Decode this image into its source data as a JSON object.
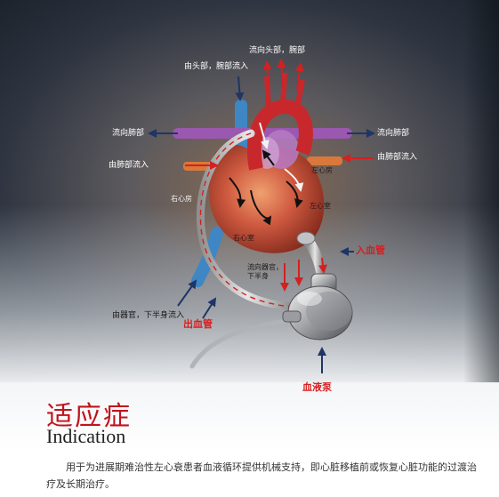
{
  "labels": {
    "to_head_arms": "流向头部，腕部",
    "from_head_arms": "由头部，腕部流入",
    "to_lung_left": "流向肺部",
    "to_lung_right": "流向肺部",
    "from_lung_left": "由肺部流入",
    "from_lung_right": "由肺部流入",
    "left_atrium": "左心房",
    "right_atrium": "右心房",
    "left_ventricle": "左心室",
    "right_ventricle": "右心室",
    "to_organs": "流向器官，\n下半身",
    "from_organs": "由器官，下半身流入",
    "inflow_cannula": "入血管",
    "outflow_cannula": "出血管",
    "blood_pump": "血液泵"
  },
  "section": {
    "title_cn": "适应症",
    "title_en": "Indication",
    "description": "用于为进展期难治性左心衰患者血液循环提供机械支持，即心脏移植前或恢复心脏功能的过渡治疗及长期治疗。"
  },
  "colors": {
    "title_red": "#c0141c",
    "arrow_red": "#d42020",
    "arrow_navy": "#1f3566",
    "artery_red": "#c8282c",
    "vein_blue": "#3f86c4",
    "pulmonary_purple": "#9b58b0"
  }
}
